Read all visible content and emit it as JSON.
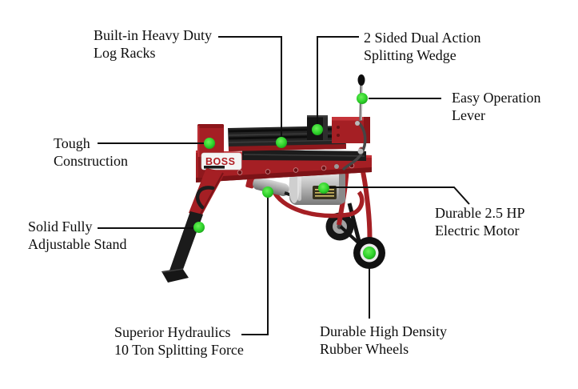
{
  "diagram": {
    "background": "#ffffff",
    "brand_label": "BOSS",
    "callouts": [
      {
        "id": "log-racks",
        "line1": "Built-in Heavy Duty",
        "line2": "Log Racks"
      },
      {
        "id": "splitting-wedge",
        "line1": "2 Sided Dual Action",
        "line2": "Splitting Wedge"
      },
      {
        "id": "operation-lever",
        "line1": "Easy Operation",
        "line2": "Lever"
      },
      {
        "id": "construction",
        "line1": "Tough",
        "line2": "Construction"
      },
      {
        "id": "stand",
        "line1": "Solid Fully",
        "line2": "Adjustable Stand"
      },
      {
        "id": "hydraulics",
        "line1": "Superior Hydraulics",
        "line2": "10 Ton Splitting Force"
      },
      {
        "id": "wheels",
        "line1": "Durable High Density",
        "line2": "Rubber Wheels"
      },
      {
        "id": "motor",
        "line1": "Durable 2.5 HP",
        "line2": "Electric Motor"
      }
    ],
    "colors": {
      "machine_red": "#a51f24",
      "machine_red_dark": "#7c1317",
      "marker_green": "#2fd32b",
      "callout_line": "#0f0f0f"
    }
  }
}
